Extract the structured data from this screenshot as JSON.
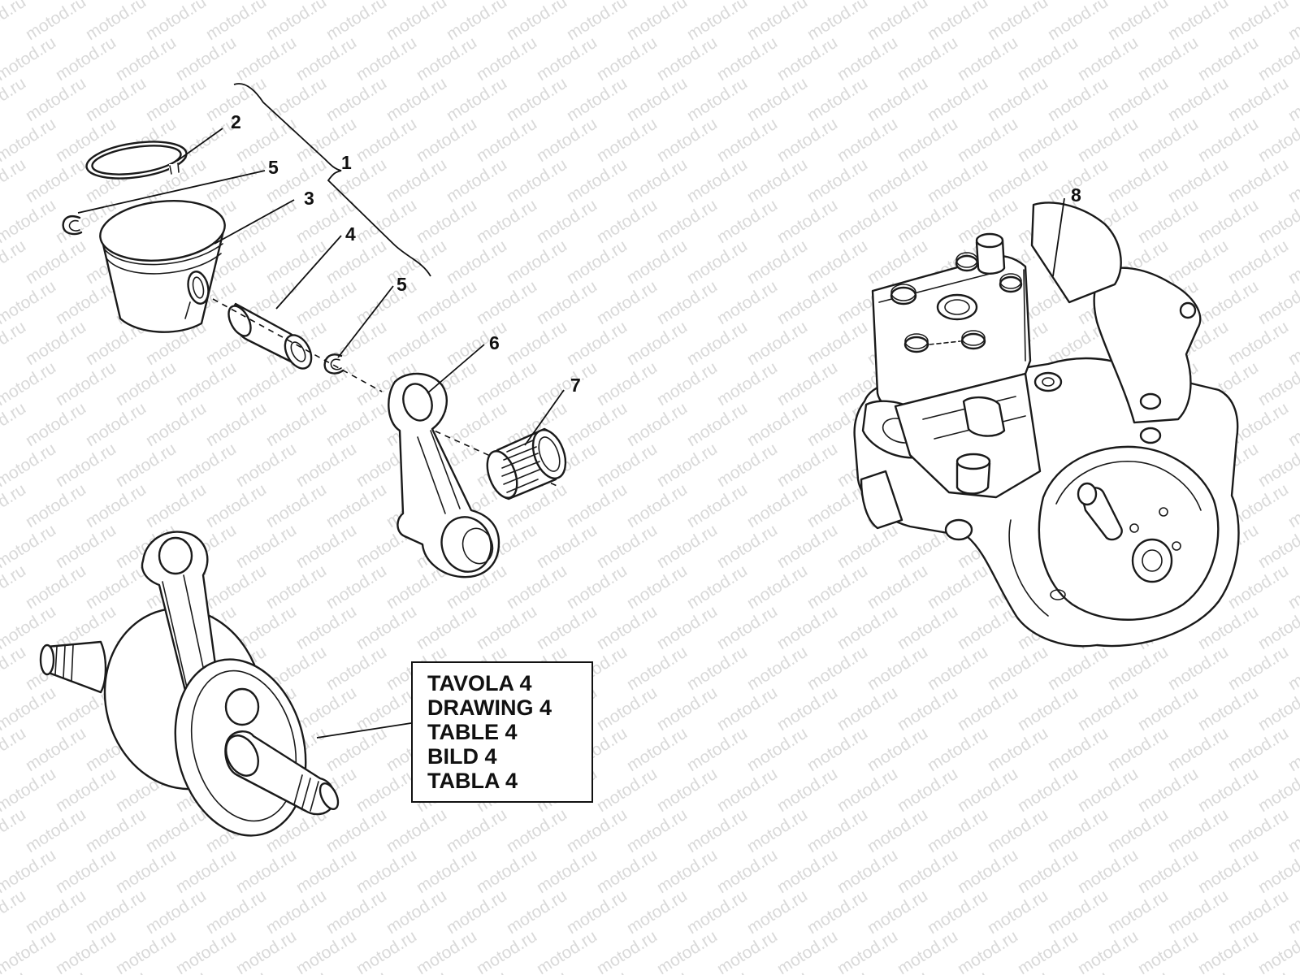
{
  "watermark": "motod.ru",
  "callouts": {
    "c1": "1",
    "c2": "2",
    "c3": "3",
    "c4": "4",
    "c5a": "5",
    "c5b": "5",
    "c6": "6",
    "c7": "7",
    "c8": "8"
  },
  "reference_box": {
    "lines": [
      "TAVOLA 4",
      "DRAWING 4",
      "TABLE 4",
      "BILD 4",
      "TABLA 4"
    ]
  },
  "parts": [
    {
      "id": "c2",
      "name": "piston-ring"
    },
    {
      "id": "c5a",
      "name": "circlip"
    },
    {
      "id": "c3",
      "name": "piston"
    },
    {
      "id": "c4",
      "name": "piston-pin"
    },
    {
      "id": "c5b",
      "name": "circlip"
    },
    {
      "id": "c6",
      "name": "connecting-rod"
    },
    {
      "id": "c7",
      "name": "needle-bearing"
    },
    {
      "id": "c8",
      "name": "engine-assembly"
    }
  ]
}
